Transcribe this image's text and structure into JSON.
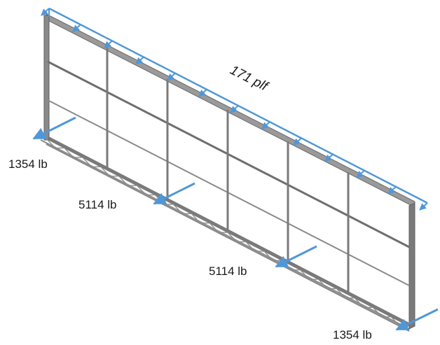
{
  "distributed_load": {
    "value": "171 plf"
  },
  "reactions": [
    {
      "value": "1354 lb"
    },
    {
      "value": "5114 lb"
    },
    {
      "value": "5114 lb"
    },
    {
      "value": "1354 lb"
    }
  ],
  "colors": {
    "frame": "#8a8a8a",
    "frame_dark": "#5e5e5e",
    "panel_face": "#ffffff",
    "load_arrow": "#4f97d8",
    "text": "#1a1a1a"
  }
}
